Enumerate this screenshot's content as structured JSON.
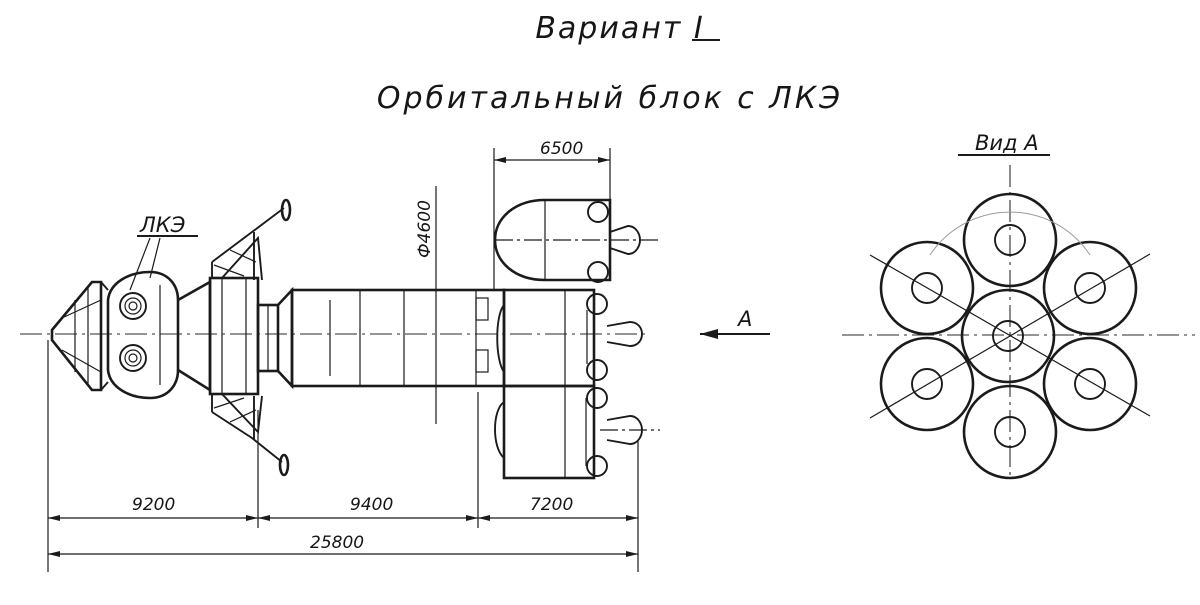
{
  "title": "Вариант I",
  "subtitle": "Орбитальный блок с ЛКЭ",
  "labels": {
    "lke": "ЛКЭ",
    "view_a": "Вид А",
    "arrow_a": "А"
  },
  "dimensions": {
    "d1": "9200",
    "d2": "9400",
    "d3": "7200",
    "total": "25800",
    "top_width": "6500",
    "diameter": "Ф4600"
  },
  "colors": {
    "ink": "#1b1b1b",
    "paper": "#ffffff"
  }
}
